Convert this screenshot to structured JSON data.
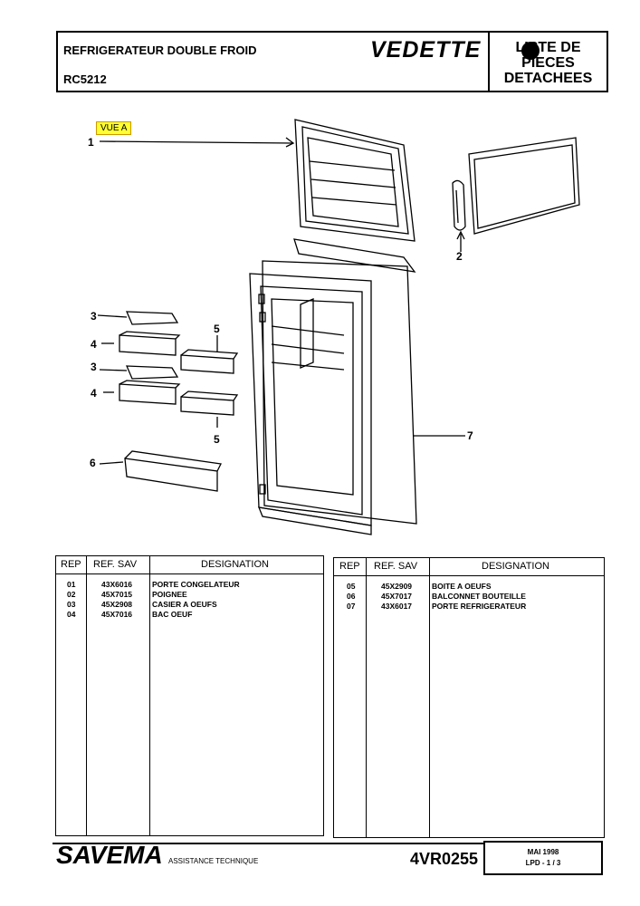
{
  "header": {
    "title": "REFRIGERATEUR DOUBLE FROID",
    "model": "RC5212",
    "brand": "VEDETTE",
    "list_line1": "LISTE DE",
    "list_line2": "PIECES",
    "list_line3": "DETACHEES"
  },
  "view_label": "VUE A",
  "callouts": [
    "1",
    "2",
    "3",
    "4",
    "3",
    "4",
    "5",
    "5",
    "6",
    "7"
  ],
  "table_headers": {
    "rep": "REP",
    "ref": "REF. SAV",
    "designation": "DESIGNATION"
  },
  "parts_left": [
    {
      "rep": "01",
      "ref": "43X6016",
      "designation": "PORTE CONGELATEUR"
    },
    {
      "rep": "02",
      "ref": "45X7015",
      "designation": "POIGNEE"
    },
    {
      "rep": "03",
      "ref": "45X2908",
      "designation": "CASIER A OEUFS"
    },
    {
      "rep": "04",
      "ref": "45X7016",
      "designation": "BAC OEUF"
    }
  ],
  "parts_right": [
    {
      "rep": "05",
      "ref": "45X2909",
      "designation": "BOITE A OEUFS"
    },
    {
      "rep": "06",
      "ref": "45X7017",
      "designation": "BALCONNET BOUTEILLE"
    },
    {
      "rep": "07",
      "ref": "43X6017",
      "designation": "PORTE REFRIGERATEUR"
    }
  ],
  "footer": {
    "company": "SAVEMA",
    "subtitle": "ASSISTANCE TECHNIQUE",
    "doc_code": "4VR0255",
    "date": "MAI 1998",
    "page": "LPD -   1 / 3"
  }
}
